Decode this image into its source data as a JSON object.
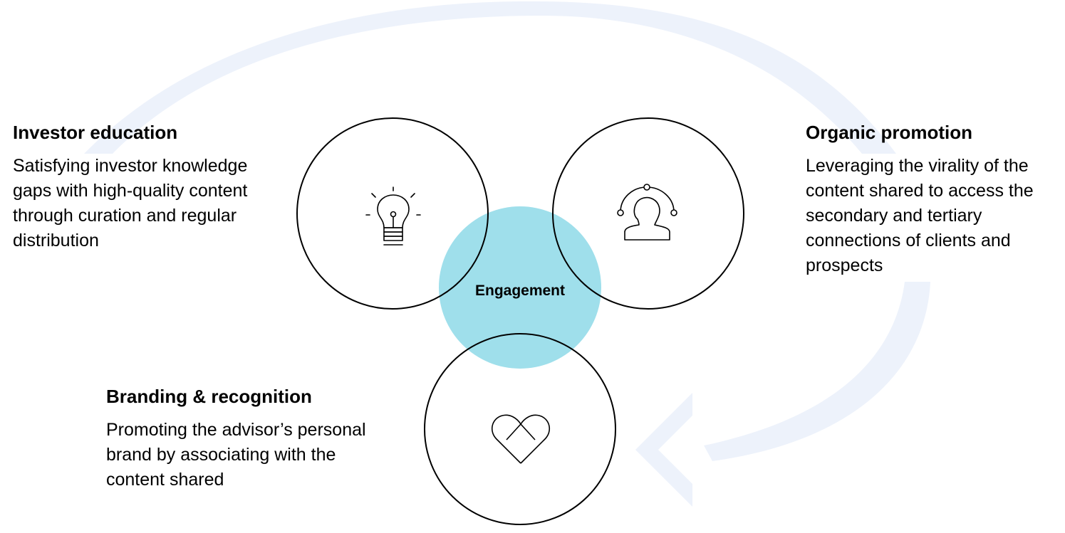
{
  "center": {
    "label": "Engagement"
  },
  "blocks": {
    "investor_education": {
      "title": "Investor education",
      "description": "Satisfying investor knowledge gaps with high-quality content through curation and regular distribution"
    },
    "organic_promotion": {
      "title": "Organic promotion",
      "description": "Leveraging the virality of the content shared to access the secondary and tertiary connections of clients and prospects"
    },
    "branding_recognition": {
      "title": "Branding & recognition",
      "description": "Promoting the advisor’s personal brand by associating with the content shared"
    }
  },
  "icons": {
    "left": "lightbulb-icon",
    "right": "person-network-icon",
    "bottom": "heart-icon"
  },
  "colors": {
    "engagement_fill": "#9fdfeb",
    "cycle_arrow": "#edf2fb",
    "circle_stroke": "#000000"
  }
}
